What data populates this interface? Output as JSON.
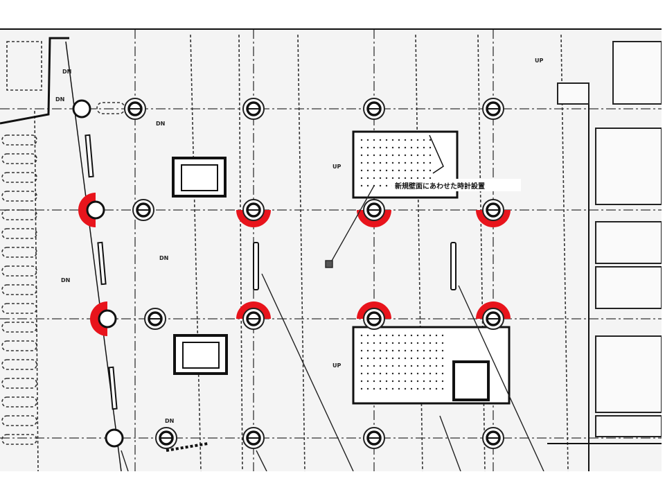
{
  "plan": {
    "annotation": "新規壁面にあわせた時計設置",
    "labels": {
      "dn1": "DN",
      "dn2": "DN",
      "dn3": "DN",
      "dn4": "DN",
      "dn5": "DN",
      "dn6": "DN",
      "up1": "UP",
      "up2": "UP",
      "up3": "UP"
    },
    "colors": {
      "highlight": "#e8141c",
      "line": "#222222",
      "paper": "#f4f4f4"
    }
  }
}
